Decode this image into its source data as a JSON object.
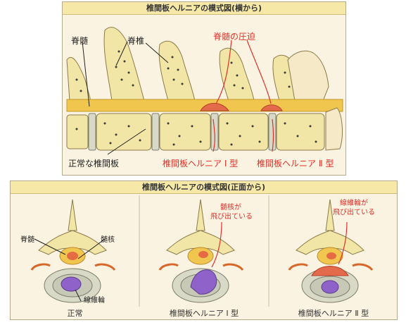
{
  "side_view": {
    "title": "椎間板ヘルニアの模式図(横から)",
    "labels": {
      "spinal_cord": "脊髄",
      "vertebra": "脊椎",
      "compression": "脊髄の圧迫",
      "normal_disc": "正常な椎間板",
      "type1": "椎間板ヘルニア Ⅰ 型",
      "type2": "椎間板ヘルニア Ⅱ 型"
    }
  },
  "front_view": {
    "title": "椎間板ヘルニアの模式図(正面から)",
    "labels": {
      "spinal_cord": "脊髄",
      "nucleus": "髄核",
      "annulus": "線維輪",
      "nucleus_out_1": "髄核が",
      "nucleus_out_2": "飛び出ている",
      "annulus_out_1": "線維輪が",
      "annulus_out_2": "飛び出ている"
    },
    "captions": [
      "正常",
      "椎間板ヘルニア Ⅰ 型",
      "椎間板ヘルニア Ⅱ 型"
    ]
  },
  "colors": {
    "bone": "#f2e6a6",
    "spinal_cord": "#f1c64e",
    "disc": "#d9d9c8",
    "nucleus": "#8e62c8",
    "herniation": "#e36a4a",
    "red_label": "#e0312b"
  }
}
